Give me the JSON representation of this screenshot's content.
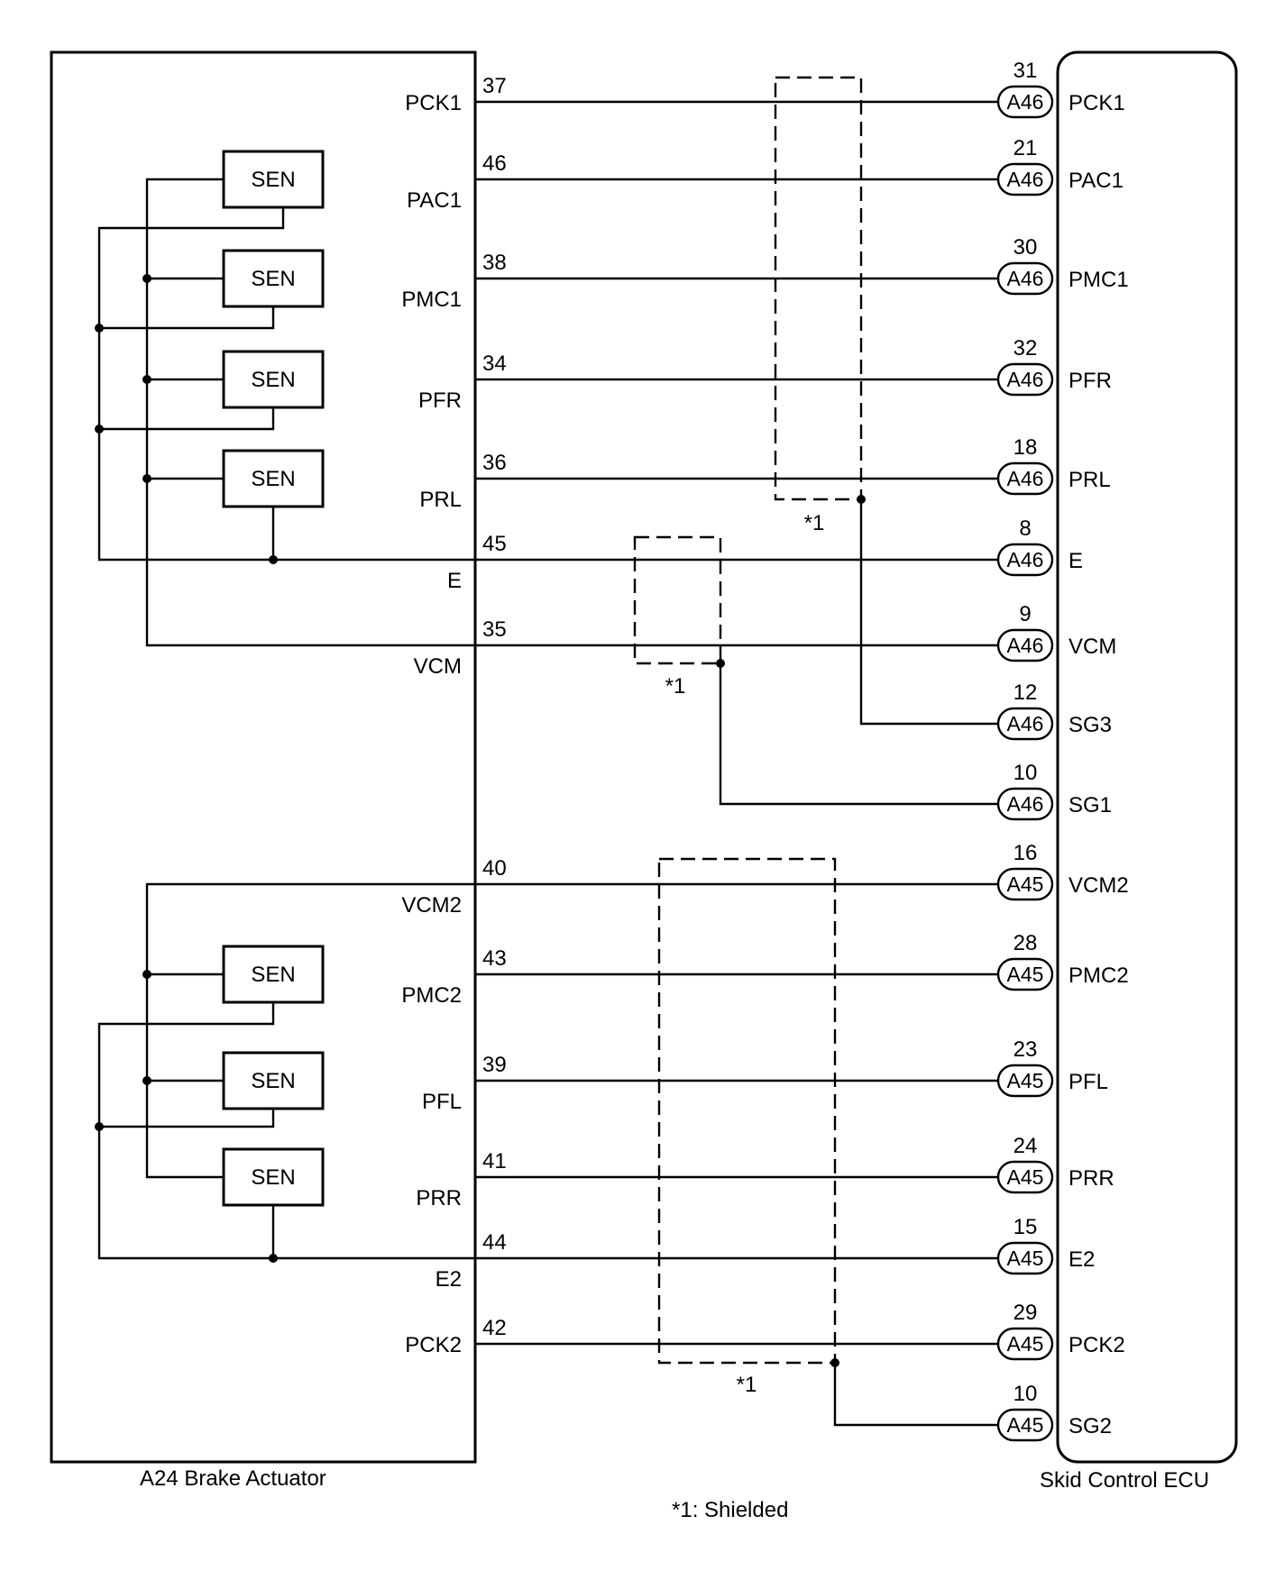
{
  "actuator": {
    "label": "A24  Brake Actuator"
  },
  "ecu": {
    "label": "Skid Control ECU"
  },
  "footnote": "*1: Shielded",
  "sensor_label": "SEN",
  "shield_mark": "*1",
  "terminals": [
    {
      "id": "pck1",
      "act_pin": "37",
      "act_name": "PCK1",
      "ecu_pin": "31",
      "conn": "A46",
      "ecu_name": "PCK1"
    },
    {
      "id": "pac1",
      "act_pin": "46",
      "act_name": "PAC1",
      "ecu_pin": "21",
      "conn": "A46",
      "ecu_name": "PAC1"
    },
    {
      "id": "pmc1",
      "act_pin": "38",
      "act_name": "PMC1",
      "ecu_pin": "30",
      "conn": "A46",
      "ecu_name": "PMC1"
    },
    {
      "id": "pfr",
      "act_pin": "34",
      "act_name": "PFR",
      "ecu_pin": "32",
      "conn": "A46",
      "ecu_name": "PFR"
    },
    {
      "id": "prl",
      "act_pin": "36",
      "act_name": "PRL",
      "ecu_pin": "18",
      "conn": "A46",
      "ecu_name": "PRL"
    },
    {
      "id": "e",
      "act_pin": "45",
      "act_name": "E",
      "ecu_pin": "8",
      "conn": "A46",
      "ecu_name": "E"
    },
    {
      "id": "vcm",
      "act_pin": "35",
      "act_name": "VCM",
      "ecu_pin": "9",
      "conn": "A46",
      "ecu_name": "VCM"
    },
    {
      "id": "sg3",
      "act_pin": "",
      "act_name": "",
      "ecu_pin": "12",
      "conn": "A46",
      "ecu_name": "SG3"
    },
    {
      "id": "sg1",
      "act_pin": "",
      "act_name": "",
      "ecu_pin": "10",
      "conn": "A46",
      "ecu_name": "SG1"
    },
    {
      "id": "vcm2",
      "act_pin": "40",
      "act_name": "VCM2",
      "ecu_pin": "16",
      "conn": "A45",
      "ecu_name": "VCM2"
    },
    {
      "id": "pmc2",
      "act_pin": "43",
      "act_name": "PMC2",
      "ecu_pin": "28",
      "conn": "A45",
      "ecu_name": "PMC2"
    },
    {
      "id": "pfl",
      "act_pin": "39",
      "act_name": "PFL",
      "ecu_pin": "23",
      "conn": "A45",
      "ecu_name": "PFL"
    },
    {
      "id": "prr",
      "act_pin": "41",
      "act_name": "PRR",
      "ecu_pin": "24",
      "conn": "A45",
      "ecu_name": "PRR"
    },
    {
      "id": "e2",
      "act_pin": "44",
      "act_name": "E2",
      "ecu_pin": "15",
      "conn": "A45",
      "ecu_name": "E2"
    },
    {
      "id": "pck2",
      "act_pin": "42",
      "act_name": "PCK2",
      "ecu_pin": "29",
      "conn": "A45",
      "ecu_name": "PCK2"
    },
    {
      "id": "sg2",
      "act_pin": "",
      "act_name": "",
      "ecu_pin": "10",
      "conn": "A45",
      "ecu_name": "SG2"
    }
  ]
}
